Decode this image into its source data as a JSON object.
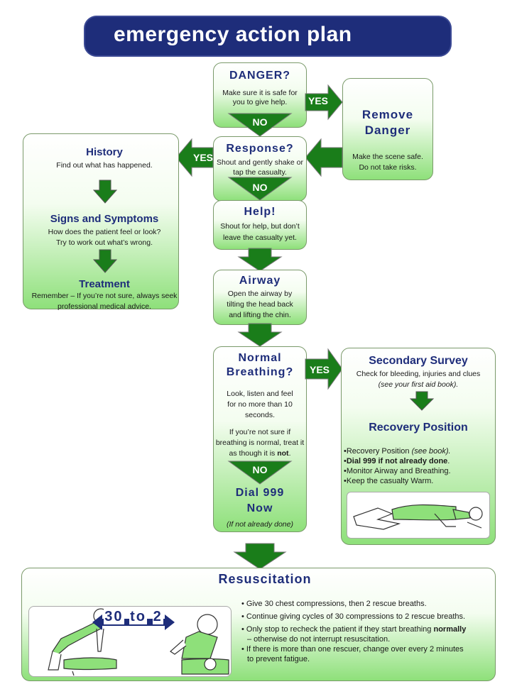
{
  "title": "emergency action plan",
  "danger": {
    "heading": "DANGER?",
    "text1": "Make sure it is safe for",
    "text2": "you to give help.",
    "yes": "YES",
    "no": "NO"
  },
  "remove": {
    "heading1": "Remove",
    "heading2": "Danger",
    "text1": "Make the scene safe.",
    "text2": "Do not take risks."
  },
  "response": {
    "heading": "Response?",
    "text1": "Shout and gently shake or",
    "text2": "tap the casualty.",
    "yes": "YES",
    "no": "NO"
  },
  "history": {
    "heading": "History",
    "text": "Find out what has happened.",
    "signs_heading": "Signs and Symptoms",
    "signs_text1": "How does the patient feel or look?",
    "signs_text2": "Try to work out what’s wrong.",
    "treatment_heading": "Treatment",
    "treatment_text1": "Remember – If you’re not sure, always seek",
    "treatment_text2": "professional medical advice."
  },
  "help": {
    "heading": "Help!",
    "text1": "Shout for help, but don’t",
    "text2": "leave the casualty yet."
  },
  "airway": {
    "heading": "Airway",
    "text1": "Open the airway by",
    "text2": "tilting the head back",
    "text3": "and lifting the chin."
  },
  "breathing": {
    "heading1": "Normal",
    "heading2": "Breathing?",
    "text1": "Look, listen and feel",
    "text2": "for no more than 10",
    "text3": "seconds.",
    "text4": "If you’re not sure if",
    "text5": "breathing is normal, treat it",
    "text6a": "as though it is ",
    "text6b": "not",
    "text6c": ".",
    "yes": "YES",
    "no": "NO"
  },
  "dial": {
    "heading1": "Dial 999",
    "heading2": "Now",
    "sub": "(If not already done)"
  },
  "secondary": {
    "heading": "Secondary Survey",
    "text1": "Check for bleeding, injuries and clues",
    "text2": "(see your first aid book).",
    "recovery_heading": "Recovery Position",
    "b1a": "Recovery Position ",
    "b1b": "(see book).",
    "b2a": "Dial 999 if not already done",
    "b3": "Monitor Airway and Breathing.",
    "b4": "Keep the casualty Warm."
  },
  "resus": {
    "heading": "Resuscitation",
    "ratio_a": "30",
    "ratio_to": "to",
    "ratio_b": "2",
    "b1": "Give 30 chest compressions, then 2 rescue breaths.",
    "b2": "Continue giving cycles of 30 compressions to 2 rescue breaths.",
    "b3a": "Only stop to recheck the patient if they start breathing ",
    "b3b": "normally",
    "b3c": "– otherwise do not interrupt resuscitation.",
    "b4a": "If there is more than one rescuer, change over every 2 minutes",
    "b4b": "to prevent fatigue."
  },
  "colors": {
    "navy": "#1e2d7a",
    "green": "#1a7d1a",
    "light_green": "#8ee07a"
  },
  "icons": [
    "recovery-position-figure",
    "cpr-compression-figure",
    "rescue-breath-figure"
  ]
}
